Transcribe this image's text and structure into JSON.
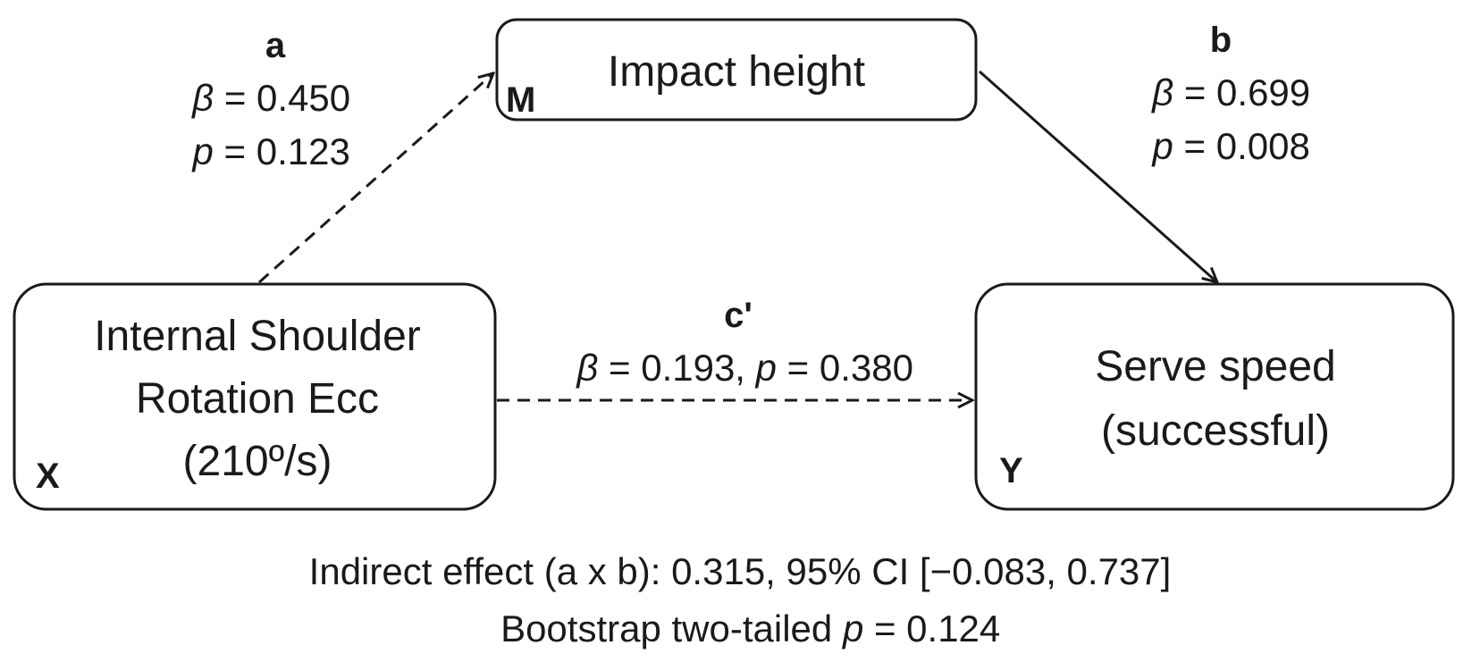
{
  "nodes": {
    "x": {
      "letter": "X",
      "line1": "Internal Shoulder",
      "line2": "Rotation Ecc",
      "line3": "(210º/s)"
    },
    "m": {
      "letter": "M",
      "name": "Impact height"
    },
    "y": {
      "letter": "Y",
      "line1": "Serve speed",
      "line2": "(successful)"
    }
  },
  "paths": {
    "a": {
      "label": "a",
      "beta_sym": "β",
      "beta_val": " = 0.450",
      "p_sym": "p",
      "p_val": " = 0.123",
      "style": "dashed"
    },
    "b": {
      "label": "b",
      "beta_sym": "β",
      "beta_val": " = 0.699",
      "p_sym": "p",
      "p_val": " = 0.008",
      "style": "solid"
    },
    "c_prime": {
      "label": "c'",
      "beta_sym": "β",
      "beta_val": " = 0.193, ",
      "p_sym": "p",
      "p_val": " = 0.380",
      "style": "dashed"
    }
  },
  "footer": {
    "indirect": "Indirect effect (a x b): 0.315, 95% CI [−0.083, 0.737]",
    "bootstrap_prefix": "Bootstrap two-tailed ",
    "bootstrap_p": "p",
    "bootstrap_val": " = 0.124"
  },
  "colors": {
    "stroke": "#1a1a1a",
    "background": "#ffffff"
  }
}
